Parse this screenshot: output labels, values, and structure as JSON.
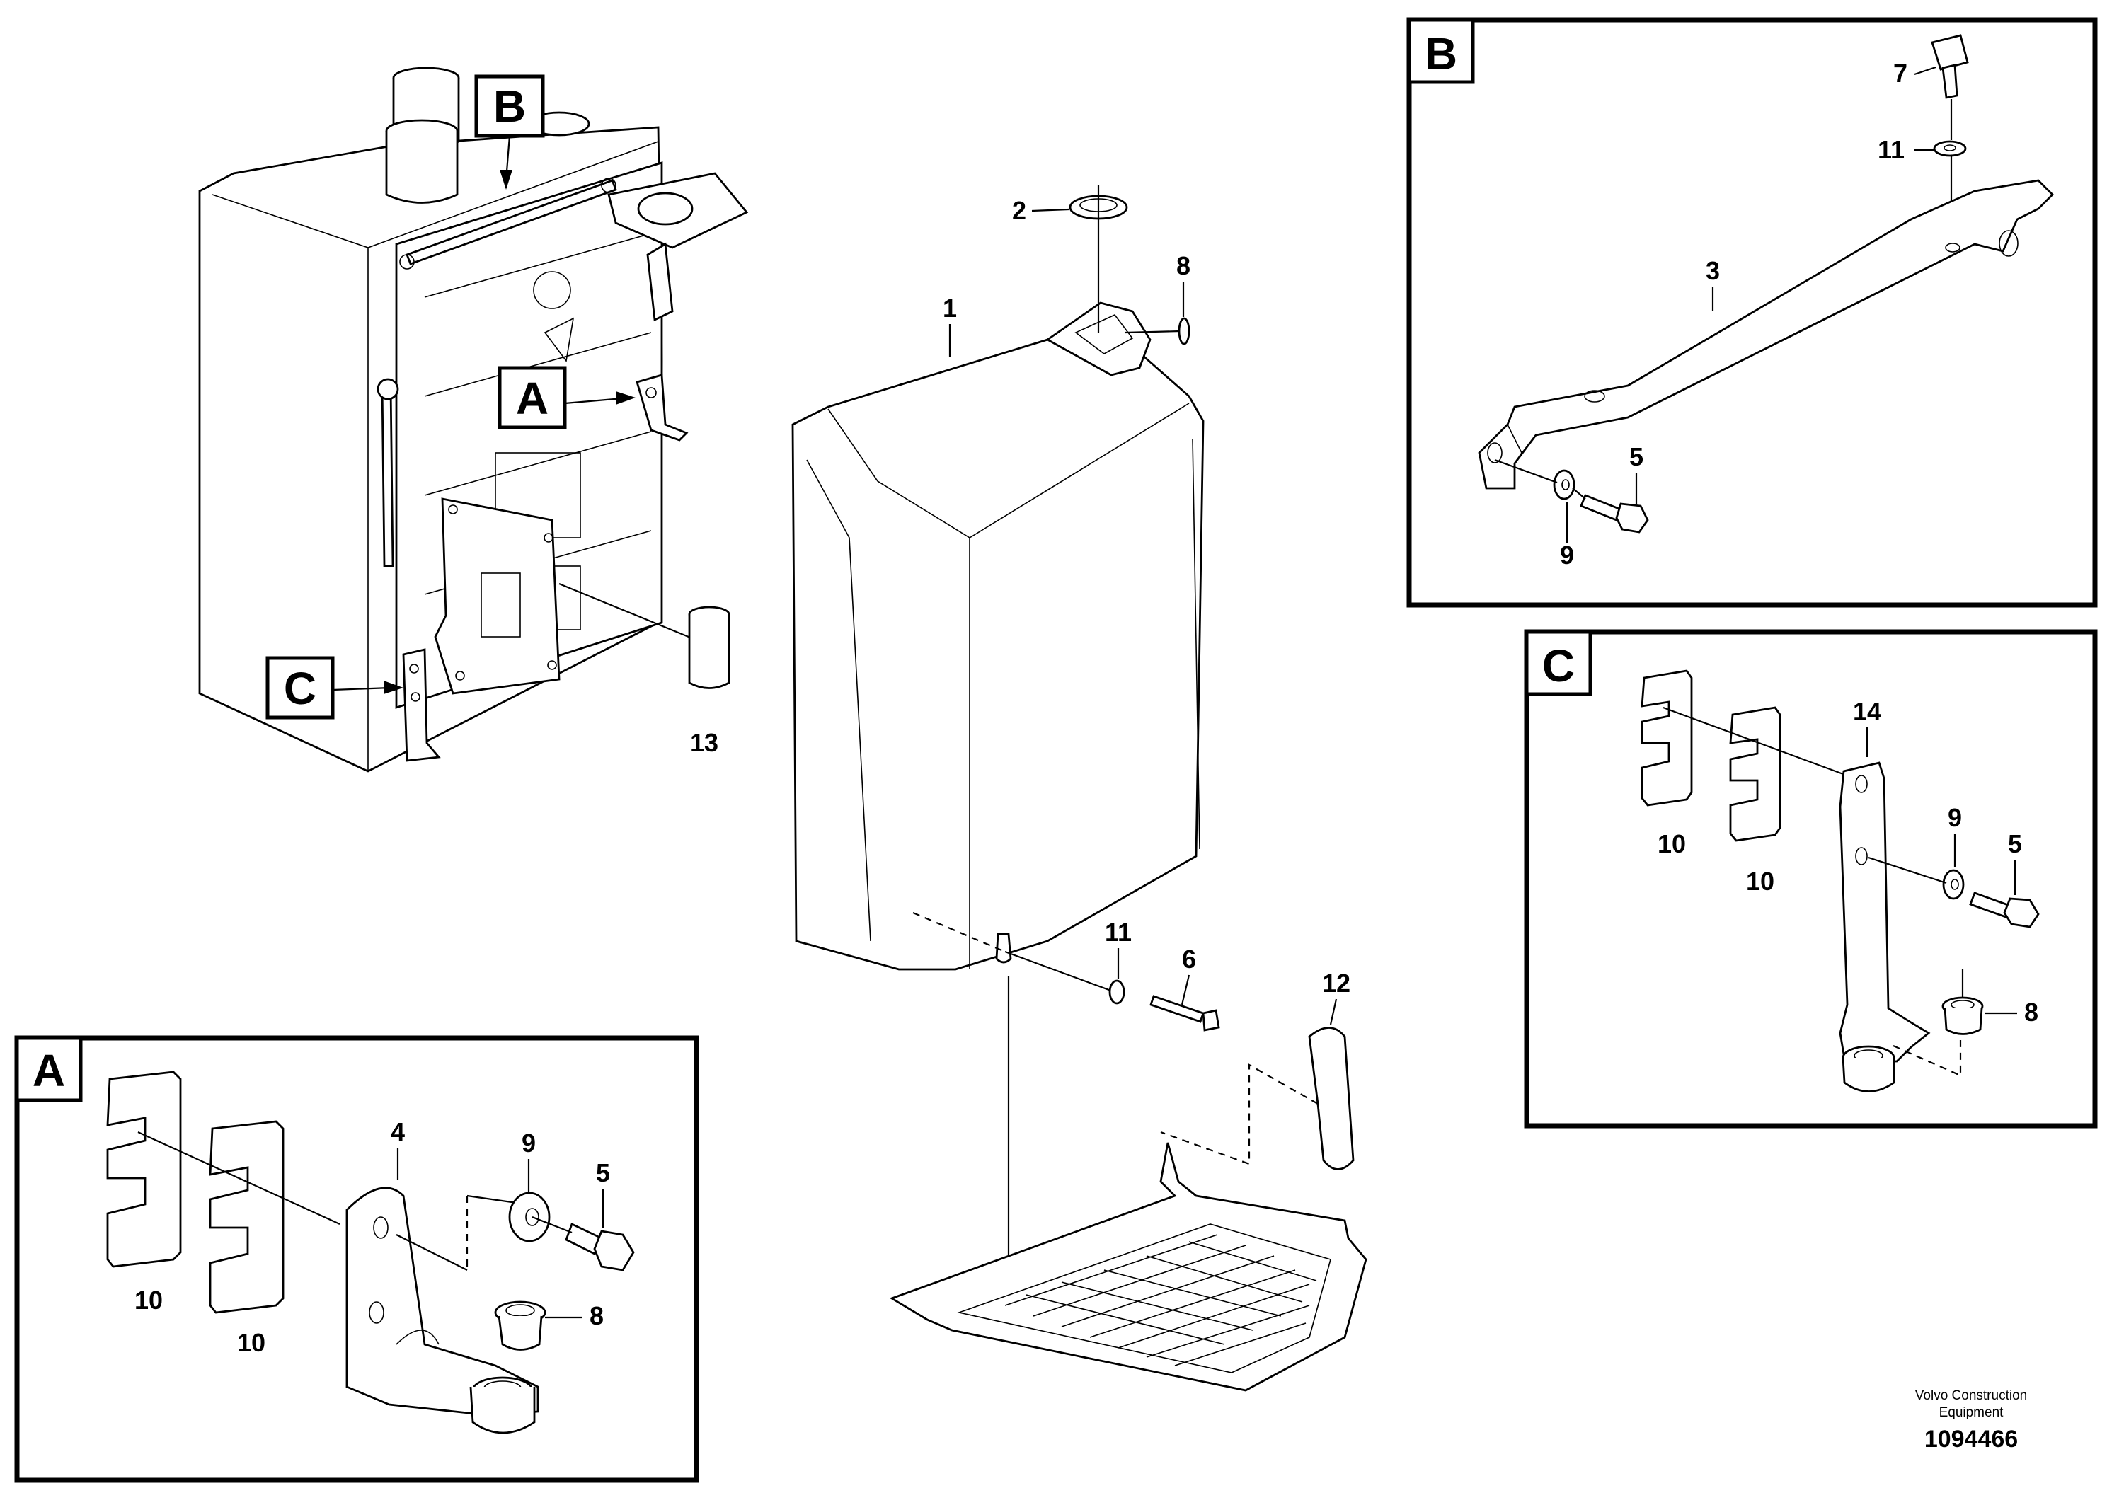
{
  "insets": {
    "A": {
      "label": "A",
      "parts": {
        "p10a": "10",
        "p10b": "10",
        "p4": "4",
        "p9": "9",
        "p5": "5",
        "p8": "8"
      }
    },
    "B": {
      "label": "B",
      "parts": {
        "p7": "7",
        "p11": "11",
        "p3": "3",
        "p5": "5",
        "p9": "9"
      }
    },
    "C": {
      "label": "C",
      "parts": {
        "p10a": "10",
        "p10b": "10",
        "p14": "14",
        "p9": "9",
        "p5": "5",
        "p8": "8"
      }
    }
  },
  "main": {
    "callouts": {
      "a": "A",
      "b": "B",
      "c": "C"
    },
    "parts": {
      "p1": "1",
      "p2": "2",
      "p8": "8",
      "p13": "13",
      "p11": "11",
      "p6": "6",
      "p12": "12"
    }
  },
  "footer": {
    "brand_line1": "Volvo Construction",
    "brand_line2": "Equipment",
    "drawing_number": "1094466"
  }
}
